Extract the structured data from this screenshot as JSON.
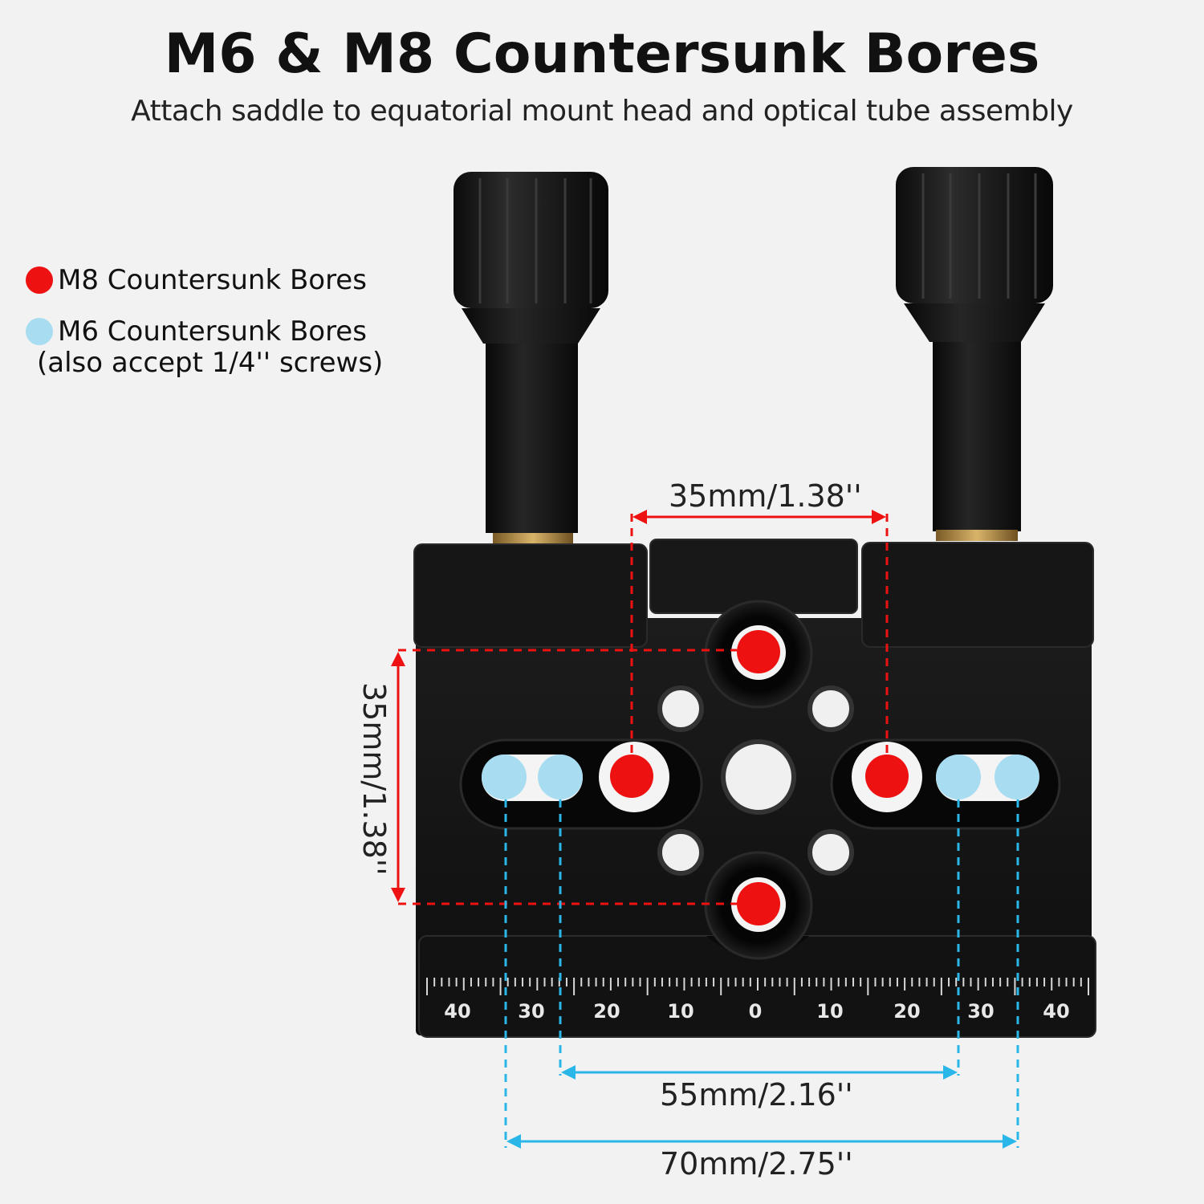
{
  "header": {
    "title": "M6 & M8 Countersunk Bores",
    "subtitle": "Attach saddle to equatorial mount head and optical tube assembly"
  },
  "legend": {
    "m8": {
      "label": "M8 Countersunk Bores",
      "color": "#ee1111"
    },
    "m6": {
      "label": "M6 Countersunk Bores",
      "note": "(also accept 1/4'' screws)",
      "color": "#a8dcf0"
    }
  },
  "dimensions": {
    "top": "35mm/1.38''",
    "left": "35mm/1.38''",
    "inner": "55mm/2.16''",
    "outer": "70mm/2.75''"
  },
  "scale": {
    "labels": [
      "40",
      "30",
      "20",
      "10",
      "0",
      "10",
      "20",
      "30",
      "40"
    ]
  },
  "colors": {
    "m8_guide": "#ee1111",
    "m6_guide": "#29b6e8",
    "body": "#121212"
  }
}
